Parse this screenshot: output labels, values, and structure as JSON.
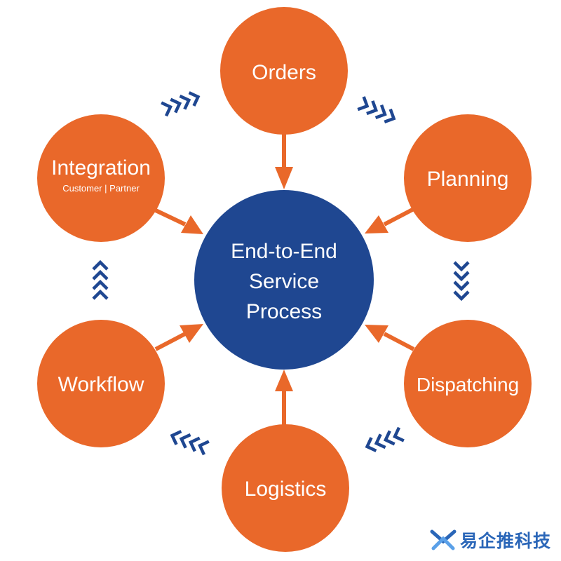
{
  "colors": {
    "orange": "#e9682a",
    "navy": "#1f4791",
    "white": "#ffffff",
    "watermark_blue": "#2a66b8"
  },
  "center": {
    "lines": [
      "End-to-End",
      "Service",
      "Process"
    ]
  },
  "nodes": [
    {
      "id": "orders",
      "label": "Orders"
    },
    {
      "id": "planning",
      "label": "Planning"
    },
    {
      "id": "dispatching",
      "label": "Dispatching"
    },
    {
      "id": "logistics",
      "label": "Logistics"
    },
    {
      "id": "workflow",
      "label": "Workflow"
    },
    {
      "id": "integration",
      "label": "Integration",
      "sublabel": "Customer | Partner"
    }
  ],
  "watermark": {
    "text": "易企推科技",
    "icon": "logo-mark-icon"
  }
}
